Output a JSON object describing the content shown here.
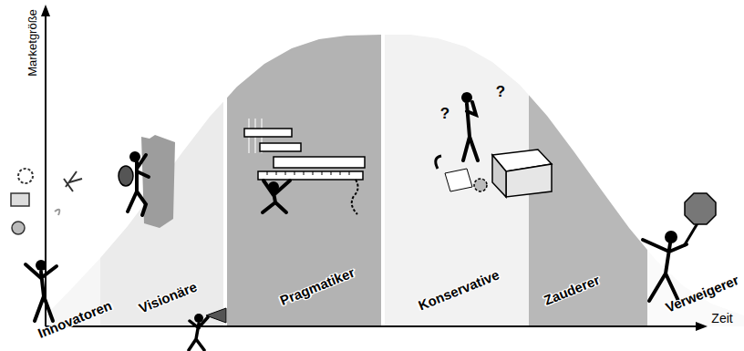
{
  "diagram": {
    "labels": [
      "Marketgröße",
      "Zeit",
      "Innovatoren",
      "Visionäre",
      "Pragmatiker",
      "Konservative",
      "Zauderer",
      "Verweigerer",
      "?",
      "?"
    ]
  }
}
